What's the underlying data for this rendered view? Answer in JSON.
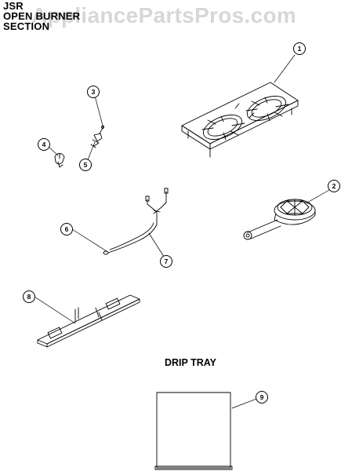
{
  "header": {
    "title_lines": [
      "JSR",
      "OPEN BURNER",
      "SECTION"
    ]
  },
  "watermark": {
    "text": "AppliancePartsPros.com"
  },
  "section_labels": {
    "drip_tray": "DRIP TRAY"
  },
  "callouts": [
    {
      "number": "1",
      "part": "burner-grate"
    },
    {
      "number": "2",
      "part": "burner"
    },
    {
      "number": "3",
      "part": "igniter-wire"
    },
    {
      "number": "4",
      "part": "pilot-valve"
    },
    {
      "number": "5",
      "part": "pilot-assembly"
    },
    {
      "number": "6",
      "part": "gas-tube-fitting"
    },
    {
      "number": "7",
      "part": "gas-manifold-tubing"
    },
    {
      "number": "8",
      "part": "burner-mounting-bracket"
    },
    {
      "number": "9",
      "part": "drip-tray"
    }
  ]
}
